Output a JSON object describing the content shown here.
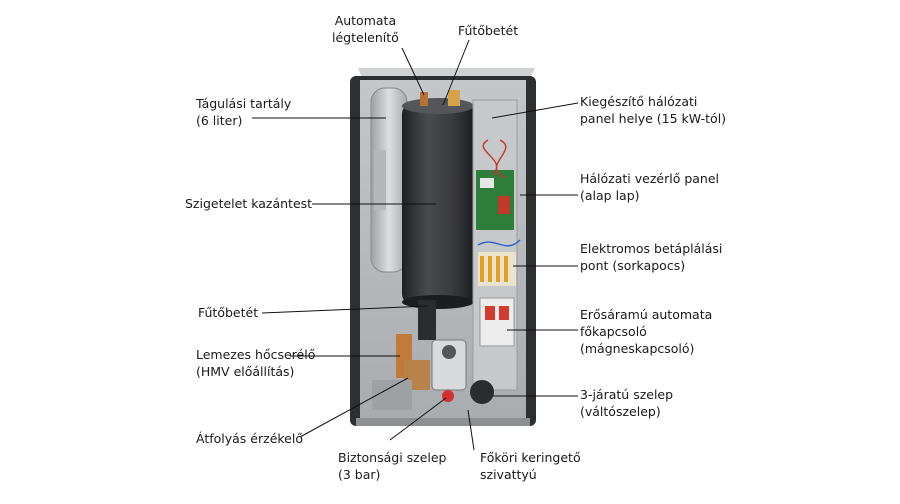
{
  "labels": {
    "automata_legtelenito": [
      "Automata",
      "légtelenítő"
    ],
    "futobetet_top": [
      "Fűtőbetét"
    ],
    "tagulasi_tartaly": [
      "Tágulási tartály",
      "(6 liter)"
    ],
    "szigetelt_kazantest": [
      "Szigetelet kazántest"
    ],
    "futobetet_bottom": [
      "Fűtőbetét"
    ],
    "lemezes_hocserelo": [
      "Lemezes hőcserélő",
      "(HMV előállítás)"
    ],
    "atfolyas_erzekelo": [
      "Átfolyás érzékelő"
    ],
    "biztonsagi_szelep": [
      "Biztonsági szelep",
      "(3 bar)"
    ],
    "fokori_keringeto": [
      "Főköri keringető",
      "szivattyú"
    ],
    "kiegeszito_panel": [
      "Kiegészítő hálózati",
      "panel helye (15 kW-tól)"
    ],
    "halozati_vezerlo": [
      "Hálózati vezérlő panel",
      "(alap lap)"
    ],
    "elektromos_betaplalas": [
      "Elektromos betáplálási",
      "pont (sorkapocs)"
    ],
    "erosaramu_kapcsolo": [
      "Erősáramú automata",
      "főkapcsoló",
      "(mágneskapcsoló)"
    ],
    "haromjaratu_szelep": [
      "3-járatú szelep",
      "(váltószelep)"
    ]
  },
  "colors": {
    "case": "#2e2f33",
    "interior": "#b9bcc0",
    "tank": "#3a3b3e",
    "expansion": "#c9cbcd",
    "panel": "#c6c8ca",
    "pump": "#d8d9da",
    "leader": "#111111"
  }
}
